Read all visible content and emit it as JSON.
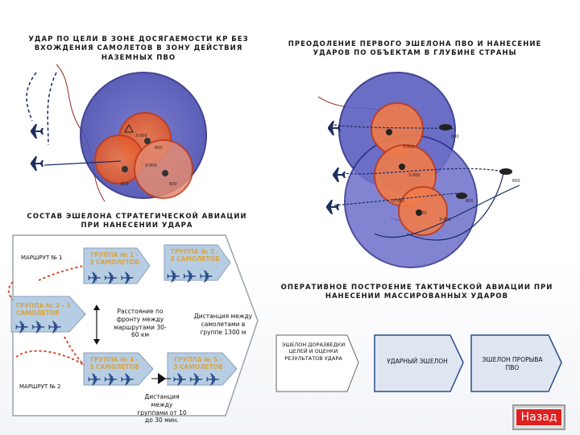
{
  "titles": {
    "top_left": "УДАР ПО ЦЕЛИ В ЗОНЕ ДОСЯГАЕМОСТИ КР БЕЗ ВХОЖДЕНИЯ САМОЛЕТОВ В ЗОНУ ДЕЙСТВИЯ НАЗЕМНЫХ ПВО",
    "top_right": "ПРЕОДОЛЕНИЕ ПЕРВОГО ЭШЕЛОНА ПВО И НАНЕСЕНИЕ УДАРОВ ПО ОБЪЕКТАМ В ГЛУБИНЕ СТРАНЫ",
    "mid_left": "СОСТАВ ЭШЕЛОНА СТРАТЕГИЧЕСКОЙ АВИАЦИИ ПРИ НАНЕСЕНИИ УДАРА",
    "mid_right": "ОПЕРАТИВНОЕ ПОСТРОЕНИЕ ТАКТИЧЕСКОЙ АВИАЦИИ ПРИ НАНЕСЕНИИ МАССИРОВАННЫХ УДАРОВ"
  },
  "map_labels": {
    "left": [
      "3-000",
      "600",
      "3-000",
      "600",
      "600"
    ],
    "right": [
      "3-000",
      "600",
      "3-000",
      "600",
      "3-000",
      "600",
      "3-000",
      "600"
    ]
  },
  "strategic": {
    "route1": "МАРШРУТ № 1",
    "route2": "МАРШРУТ № 2",
    "groups": [
      "ГРУППА № 1 - 3 САМОЛЕТОВ",
      "ГРУППА № 2 - 3 САМОЛЕТОВ",
      "ГРУППА № 3 - 3 САМОЛЕТОВ",
      "ГРУППА № 4 - 3 САМОЛЕТОВ",
      "ГРУППА № 5 - 3 САМОЛЕТОВ"
    ],
    "note_front": "Расстояние по фронту между маршрутами 30-60 км",
    "note_dist": "Дистанция между самолетами в группе 1300 м",
    "note_groups": "Дистанция между группами от 10 до 30 мин."
  },
  "tactical": {
    "echelons": [
      "ЭШЕЛОН ДОРАЗВЕДКИ ЦЕЛЕЙ И ОЦЕНКИ РЕЗУЛЬТАТОВ УДАРА",
      "УДАРНЫЙ ЭШЕЛОН",
      "ЭШЕЛОН ПРОРЫВА ПВО"
    ]
  },
  "back_label": "Назад"
}
